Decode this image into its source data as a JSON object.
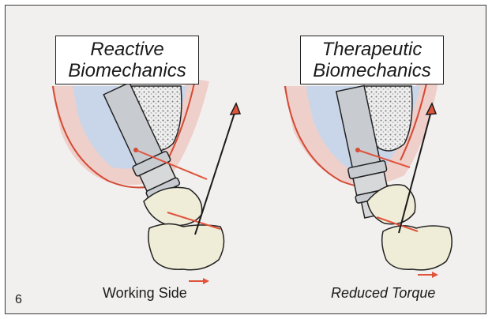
{
  "left_panel": {
    "title_line1": "Reactive",
    "title_line2": "Biomechanics",
    "caption": "Working Side"
  },
  "right_panel": {
    "title_line1": "Therapeutic",
    "title_line2": "Biomechanics",
    "caption": "Reduced Torque"
  },
  "page_number": "6",
  "colors": {
    "background": "#f1f0ee",
    "gum": "#efc9c2",
    "gum_outline": "#d44a36",
    "bone_fill": "#c9d6ea",
    "implant": "#c8ccd0",
    "tooth": "#efedd8",
    "force_line": "#e0533c",
    "accent": "#e0533c"
  }
}
